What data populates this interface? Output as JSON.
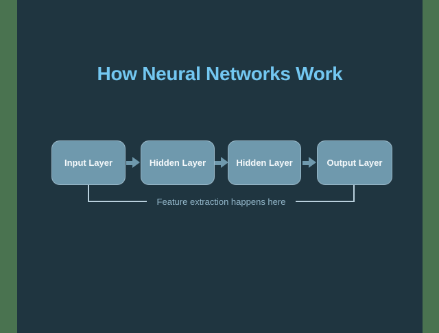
{
  "title": "How Neural Networks Work",
  "diagram": {
    "nodes": [
      {
        "label": "Input Layer"
      },
      {
        "label": "Hidden Layer"
      },
      {
        "label": "Hidden Layer"
      },
      {
        "label": "Output Layer"
      }
    ],
    "annotation": "Feature extraction happens here"
  },
  "colors": {
    "page_background": "#4a7350",
    "canvas_background": "#1f3540",
    "node_fill": "#6f99ad",
    "node_text": "#f5f9fb",
    "title_text": "#73c7f1",
    "annotation_text": "#93b7ca",
    "connector_line": "#b9d0dd"
  }
}
